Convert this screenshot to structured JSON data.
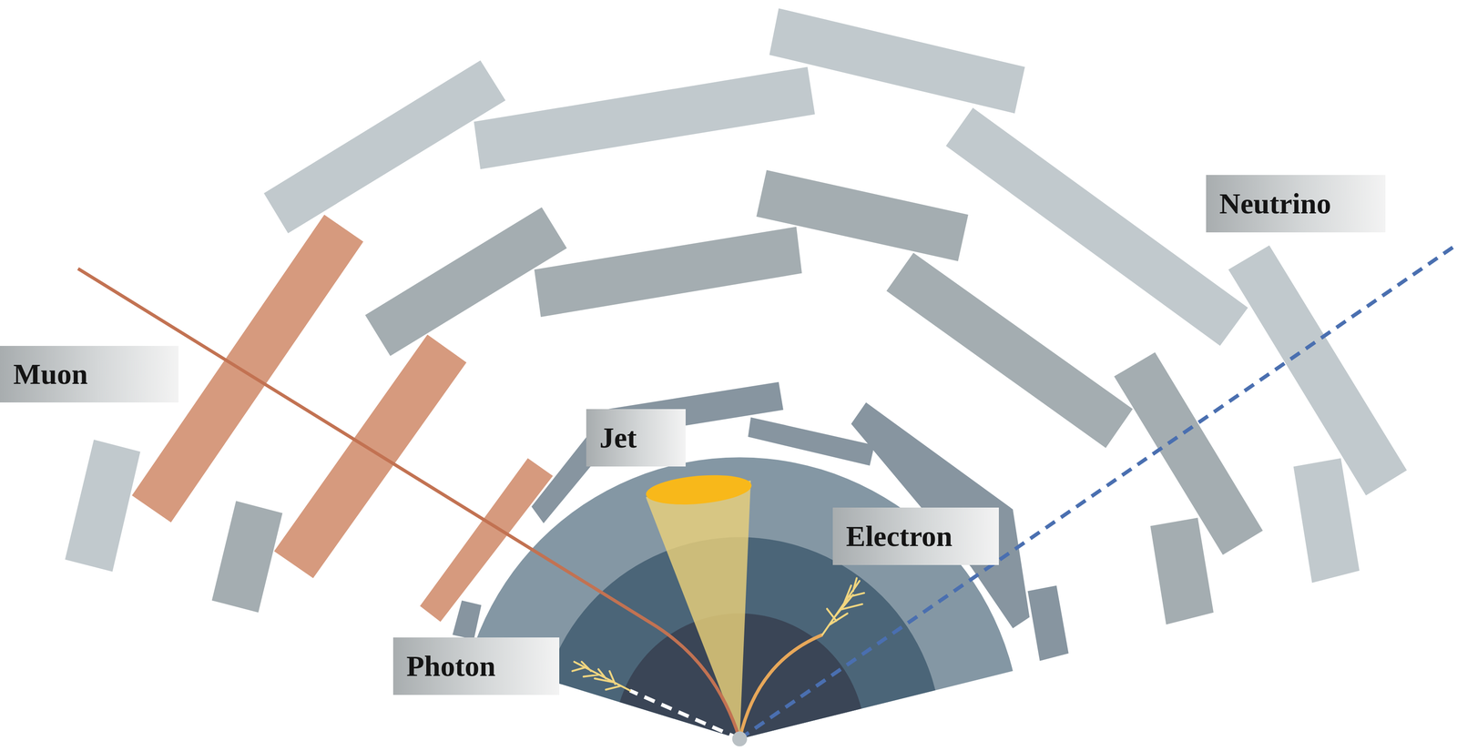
{
  "diagram": {
    "nodes": [
      {
        "text": [
          "Neutrino"
        ]
      },
      {
        "text": [
          "Muon"
        ]
      },
      {
        "text": [
          "Jet"
        ]
      },
      {
        "text": [
          "Electron"
        ]
      },
      {
        "text": [
          "Photon"
        ]
      }
    ]
  }
}
